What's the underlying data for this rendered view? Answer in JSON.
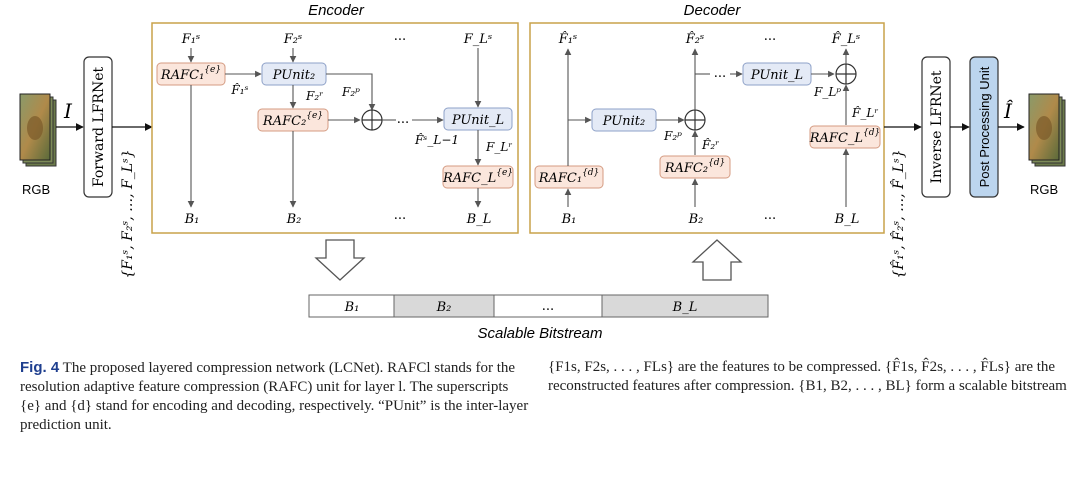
{
  "figure": {
    "encoder_title": "Encoder",
    "decoder_title": "Decoder",
    "input_symbol": "I",
    "input_label": "RGB",
    "output_symbol": "Î",
    "output_label": "RGB",
    "forward_lfrnet": "Forward LFRNet",
    "inverse_lfrnet": "Inverse LFRNet",
    "post_processing": "Post Processing Unit",
    "ellipsis": "...",
    "bitstream": {
      "title": "Scalable Bitstream",
      "segments": [
        "B1",
        "B2",
        "...",
        "BL"
      ]
    }
  },
  "caption": {
    "label": "Fig. 4",
    "left_text": "The proposed layered compression network (LCNet). RAFCl stands for the resolution adaptive feature compression (RAFC) unit for layer l. The superscripts {e} and {d} stand for encoding and decoding, respectively. “PUnit” is the inter-layer prediction unit.",
    "right_text": "{F1s, F2s, . . . , FLs} are the features to be compressed. {F̂1s, F̂2s, . . . , F̂Ls} are the reconstructed features after compression. {B1, B2, . . . , BL} form a scalable bitstream"
  },
  "colors": {
    "encoder_border": "#c9a24a",
    "rafc_fill": "#fbe6dc",
    "rafc_stroke": "#d49b82",
    "punit_fill": "#e4eaf6",
    "punit_stroke": "#8ea1c8",
    "post_fill": "#bcd5ee",
    "bitstream_gray": "#d9d9d9",
    "caption_label": "#1f3f8f"
  }
}
